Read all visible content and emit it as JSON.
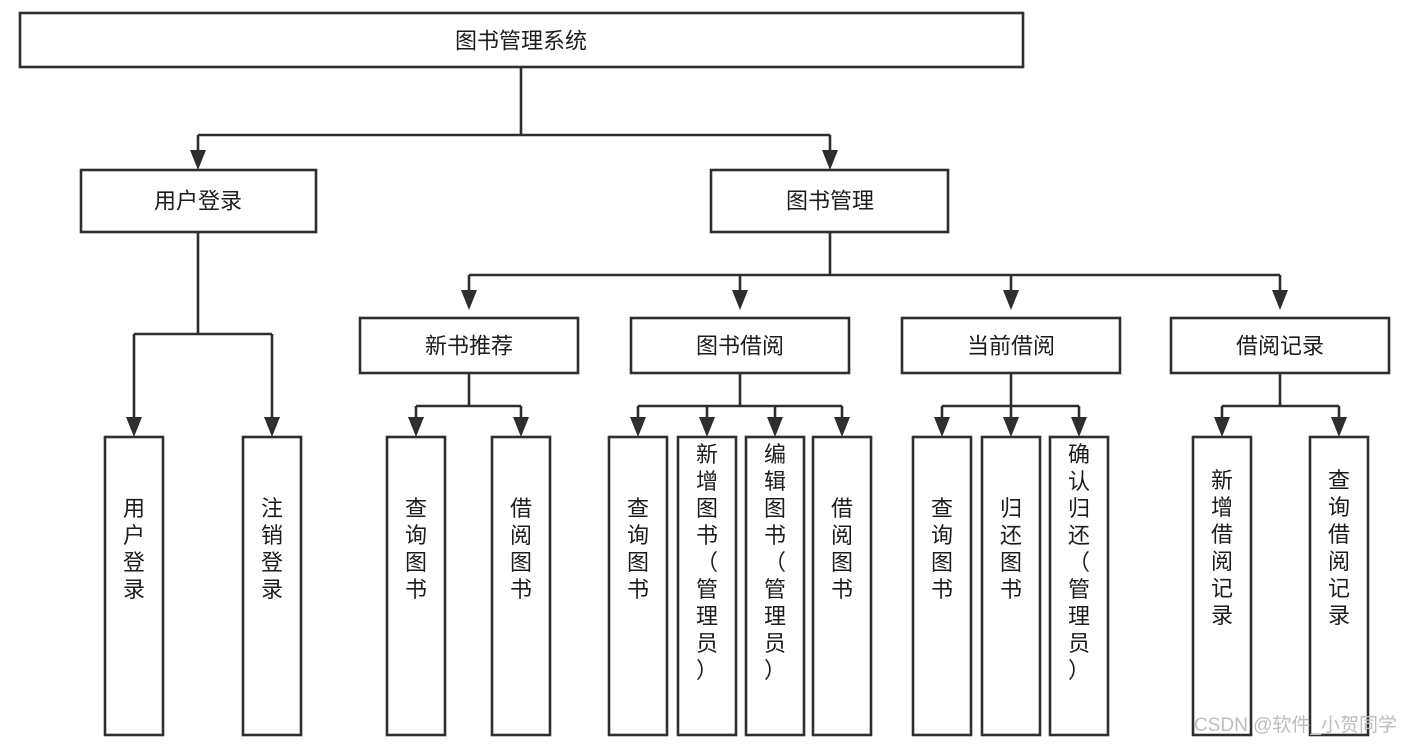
{
  "diagram": {
    "type": "tree",
    "title": "图书管理系统",
    "root": {
      "id": "root",
      "label": "图书管理系统",
      "orientation": "horizontal"
    },
    "level2": [
      {
        "id": "user-login",
        "label": "用户登录",
        "orientation": "horizontal"
      },
      {
        "id": "book-manage",
        "label": "图书管理",
        "orientation": "horizontal"
      }
    ],
    "level3": [
      {
        "id": "new-book-recommend",
        "label": "新书推荐",
        "orientation": "horizontal",
        "parent": "book-manage"
      },
      {
        "id": "book-borrow",
        "label": "图书借阅",
        "orientation": "horizontal",
        "parent": "book-manage"
      },
      {
        "id": "current-borrow",
        "label": "当前借阅",
        "orientation": "horizontal",
        "parent": "book-manage"
      },
      {
        "id": "borrow-record",
        "label": "借阅记录",
        "orientation": "horizontal",
        "parent": "book-manage"
      }
    ],
    "leaves": [
      {
        "id": "leaf-user-login",
        "label": "用户登录",
        "orientation": "vertical",
        "parent": "user-login"
      },
      {
        "id": "leaf-user-logout",
        "label": "注销登录",
        "orientation": "vertical",
        "parent": "user-login"
      },
      {
        "id": "leaf-query-book-1",
        "label": "查询图书",
        "orientation": "vertical",
        "parent": "new-book-recommend"
      },
      {
        "id": "leaf-borrow-book-1",
        "label": "借阅图书",
        "orientation": "vertical",
        "parent": "new-book-recommend"
      },
      {
        "id": "leaf-query-book-2",
        "label": "查询图书",
        "orientation": "vertical",
        "parent": "book-borrow"
      },
      {
        "id": "leaf-add-book",
        "label": "新增图书（管理员）",
        "orientation": "vertical",
        "parent": "book-borrow"
      },
      {
        "id": "leaf-edit-book",
        "label": "编辑图书（管理员）",
        "orientation": "vertical",
        "parent": "book-borrow"
      },
      {
        "id": "leaf-borrow-book-2",
        "label": "借阅图书",
        "orientation": "vertical",
        "parent": "book-borrow"
      },
      {
        "id": "leaf-query-book-3",
        "label": "查询图书",
        "orientation": "vertical",
        "parent": "current-borrow"
      },
      {
        "id": "leaf-return-book",
        "label": "归还图书",
        "orientation": "vertical",
        "parent": "current-borrow"
      },
      {
        "id": "leaf-confirm-return",
        "label": "确认归还（管理员）",
        "orientation": "vertical",
        "parent": "current-borrow"
      },
      {
        "id": "leaf-add-record",
        "label": "新增借阅记录",
        "orientation": "vertical",
        "parent": "borrow-record"
      },
      {
        "id": "leaf-query-record",
        "label": "查询借阅记录",
        "orientation": "vertical",
        "parent": "borrow-record"
      }
    ],
    "colors": {
      "box_stroke": "#2e2e2e",
      "box_fill": "#ffffff",
      "text": "#1c1c1c",
      "connector": "#2e2e2e",
      "watermark": "#bdbdbd",
      "background": "#ffffff"
    }
  },
  "watermark": {
    "text": "CSDN @软件_小贺同学"
  }
}
